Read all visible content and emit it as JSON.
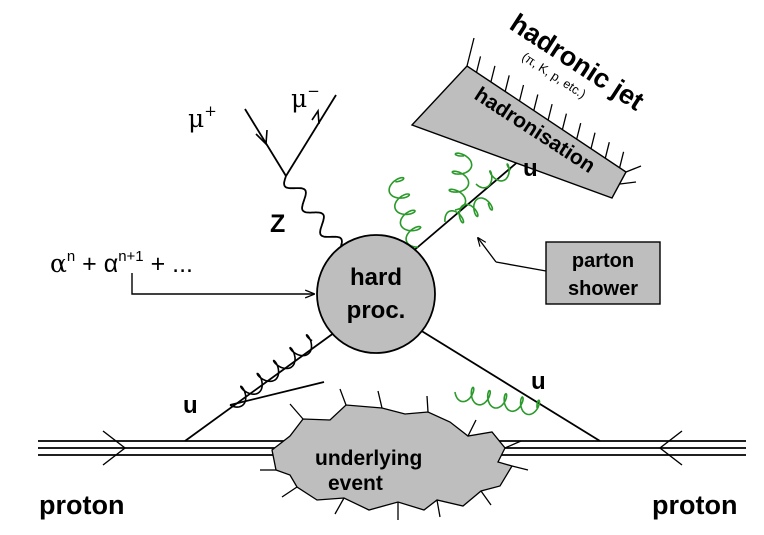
{
  "labels": {
    "hadronic_jet": "hadronic jet",
    "hadron_list": "(π, K, p, etc.)",
    "hadronisation": "hadronisation",
    "mu_plus_base": "μ",
    "mu_plus_sup": "+",
    "mu_minus_base": "μ",
    "mu_minus_sup": "−",
    "z_boson": "Z",
    "coupling_a": "α",
    "coupling_n": "n",
    "coupling_plus1": " + α",
    "coupling_n1": "n+1",
    "coupling_tail": " + ...",
    "hard_line1": "hard",
    "hard_line2": "proc.",
    "u_jet": "u",
    "u_right": "u",
    "u_left": "u",
    "parton_line1": "parton",
    "parton_line2": "shower",
    "underlying_line1": "underlying",
    "underlying_line2": "event",
    "proton_left": "proton",
    "proton_right": "proton"
  },
  "colors": {
    "fill_gray": "#bebebe",
    "gluon_green": "#2a9a2a",
    "line": "#000000"
  }
}
